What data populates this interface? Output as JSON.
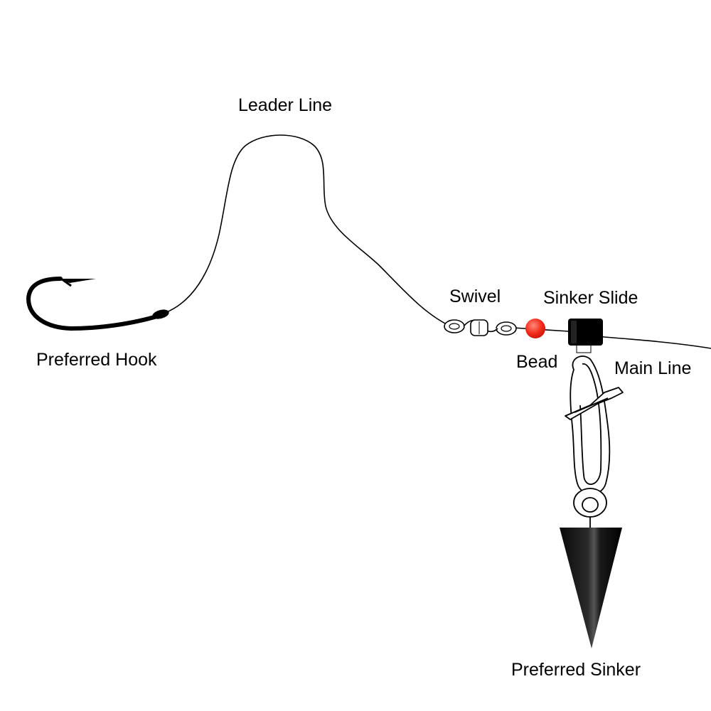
{
  "labels": {
    "leader_line": "Leader Line",
    "swivel": "Swivel",
    "sinker_slide": "Sinker Slide",
    "bead": "Bead",
    "main_line": "Main Line",
    "preferred_hook": "Preferred Hook",
    "preferred_sinker": "Preferred Sinker"
  },
  "colors": {
    "line": "#000000",
    "bead": "#f22a1a",
    "bead_highlight": "#ff8a7a",
    "hardware": "#ffffff",
    "sinker": "#111111",
    "background": "#ffffff"
  }
}
